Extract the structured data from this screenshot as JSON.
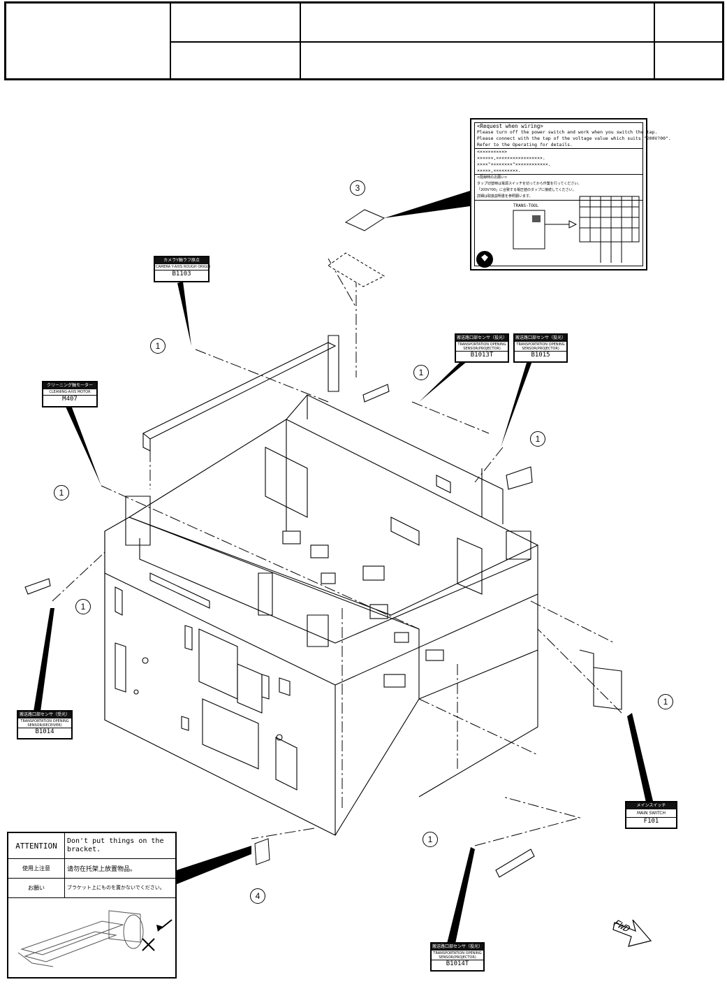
{
  "header": {
    "rows": [
      [
        "",
        "",
        "",
        ""
      ],
      [
        "",
        "",
        "",
        ""
      ]
    ]
  },
  "labels": {
    "camera_y_axis": {
      "jp": "カメラY軸ラフ原点",
      "en": "CAMERA Y-AXIS ROUGH ORIGIN",
      "code": "B1103"
    },
    "cleaning_motor": {
      "jp": "クリーニング軸モーター",
      "en": "CLEANING-AXIS MOTOR",
      "code": "M407"
    },
    "trans_sensor_projector_1": {
      "jp": "搬送路口部センサ（投光）",
      "en": "TRANSPORTATION OPENING SENSOR(PROJECTOR)",
      "code": "B1013T"
    },
    "trans_sensor_projector_2": {
      "jp": "搬送路口部センサ（投光）",
      "en": "TRANSPORTATION OPENING SENSOR(PROJECTOR)",
      "code": "B1015"
    },
    "trans_sensor_receiver": {
      "jp": "搬送路口部センサ（受光）",
      "en": "TRANSPORTATION OPENING SENSOR(RECEIVER)",
      "code": "B1014"
    },
    "main_switch": {
      "jp": "メインスイッチ",
      "en": "MAIN SWITCH",
      "code": "F101"
    },
    "trans_sensor_projector_3": {
      "jp": "搬送路口部センサ（投光）",
      "en": "TRANSPORTATION OPENING SENSOR(PROJECTOR)",
      "code": "B1014T"
    }
  },
  "callouts": {
    "c1": "1",
    "c3": "3",
    "c4": "4"
  },
  "wiring_card": {
    "title": "<Request when wiring>",
    "line1": "Please turn off the power switch and  work  when you switch the tap.",
    "line2": "Please connect with the tap of the voltage value which suits \"200V?00\".",
    "line3": "Refer to the Operating for details.",
    "cn_head": "<×××××××××>",
    "cn_1": "××××××,×××××××××××××××××.",
    "cn_2": "××××\"××××××××\"××××××××××××.",
    "cn_3": "×××××,×××××××××.",
    "jp_head": "<配線時のお願い>",
    "jp_1": "タップ切替時は電源スイッチを切ってから作業を行ってください。",
    "jp_2": "「200V?00」に合致する電圧値のタップに接続してください。",
    "jp_3": "詳細は取扱説明書を参照願います。",
    "trans_label": "TRANS-TOOL"
  },
  "attention_card": {
    "title": "ATTENTION",
    "en": "Don't put things on the bracket.",
    "k_cn": "使用上注意",
    "v_cn": "请勿在托架上放置物品。",
    "k_jp": "お願い",
    "v_jp": "ブラケット上にものを置かないでください。"
  },
  "fwd": "FWD"
}
